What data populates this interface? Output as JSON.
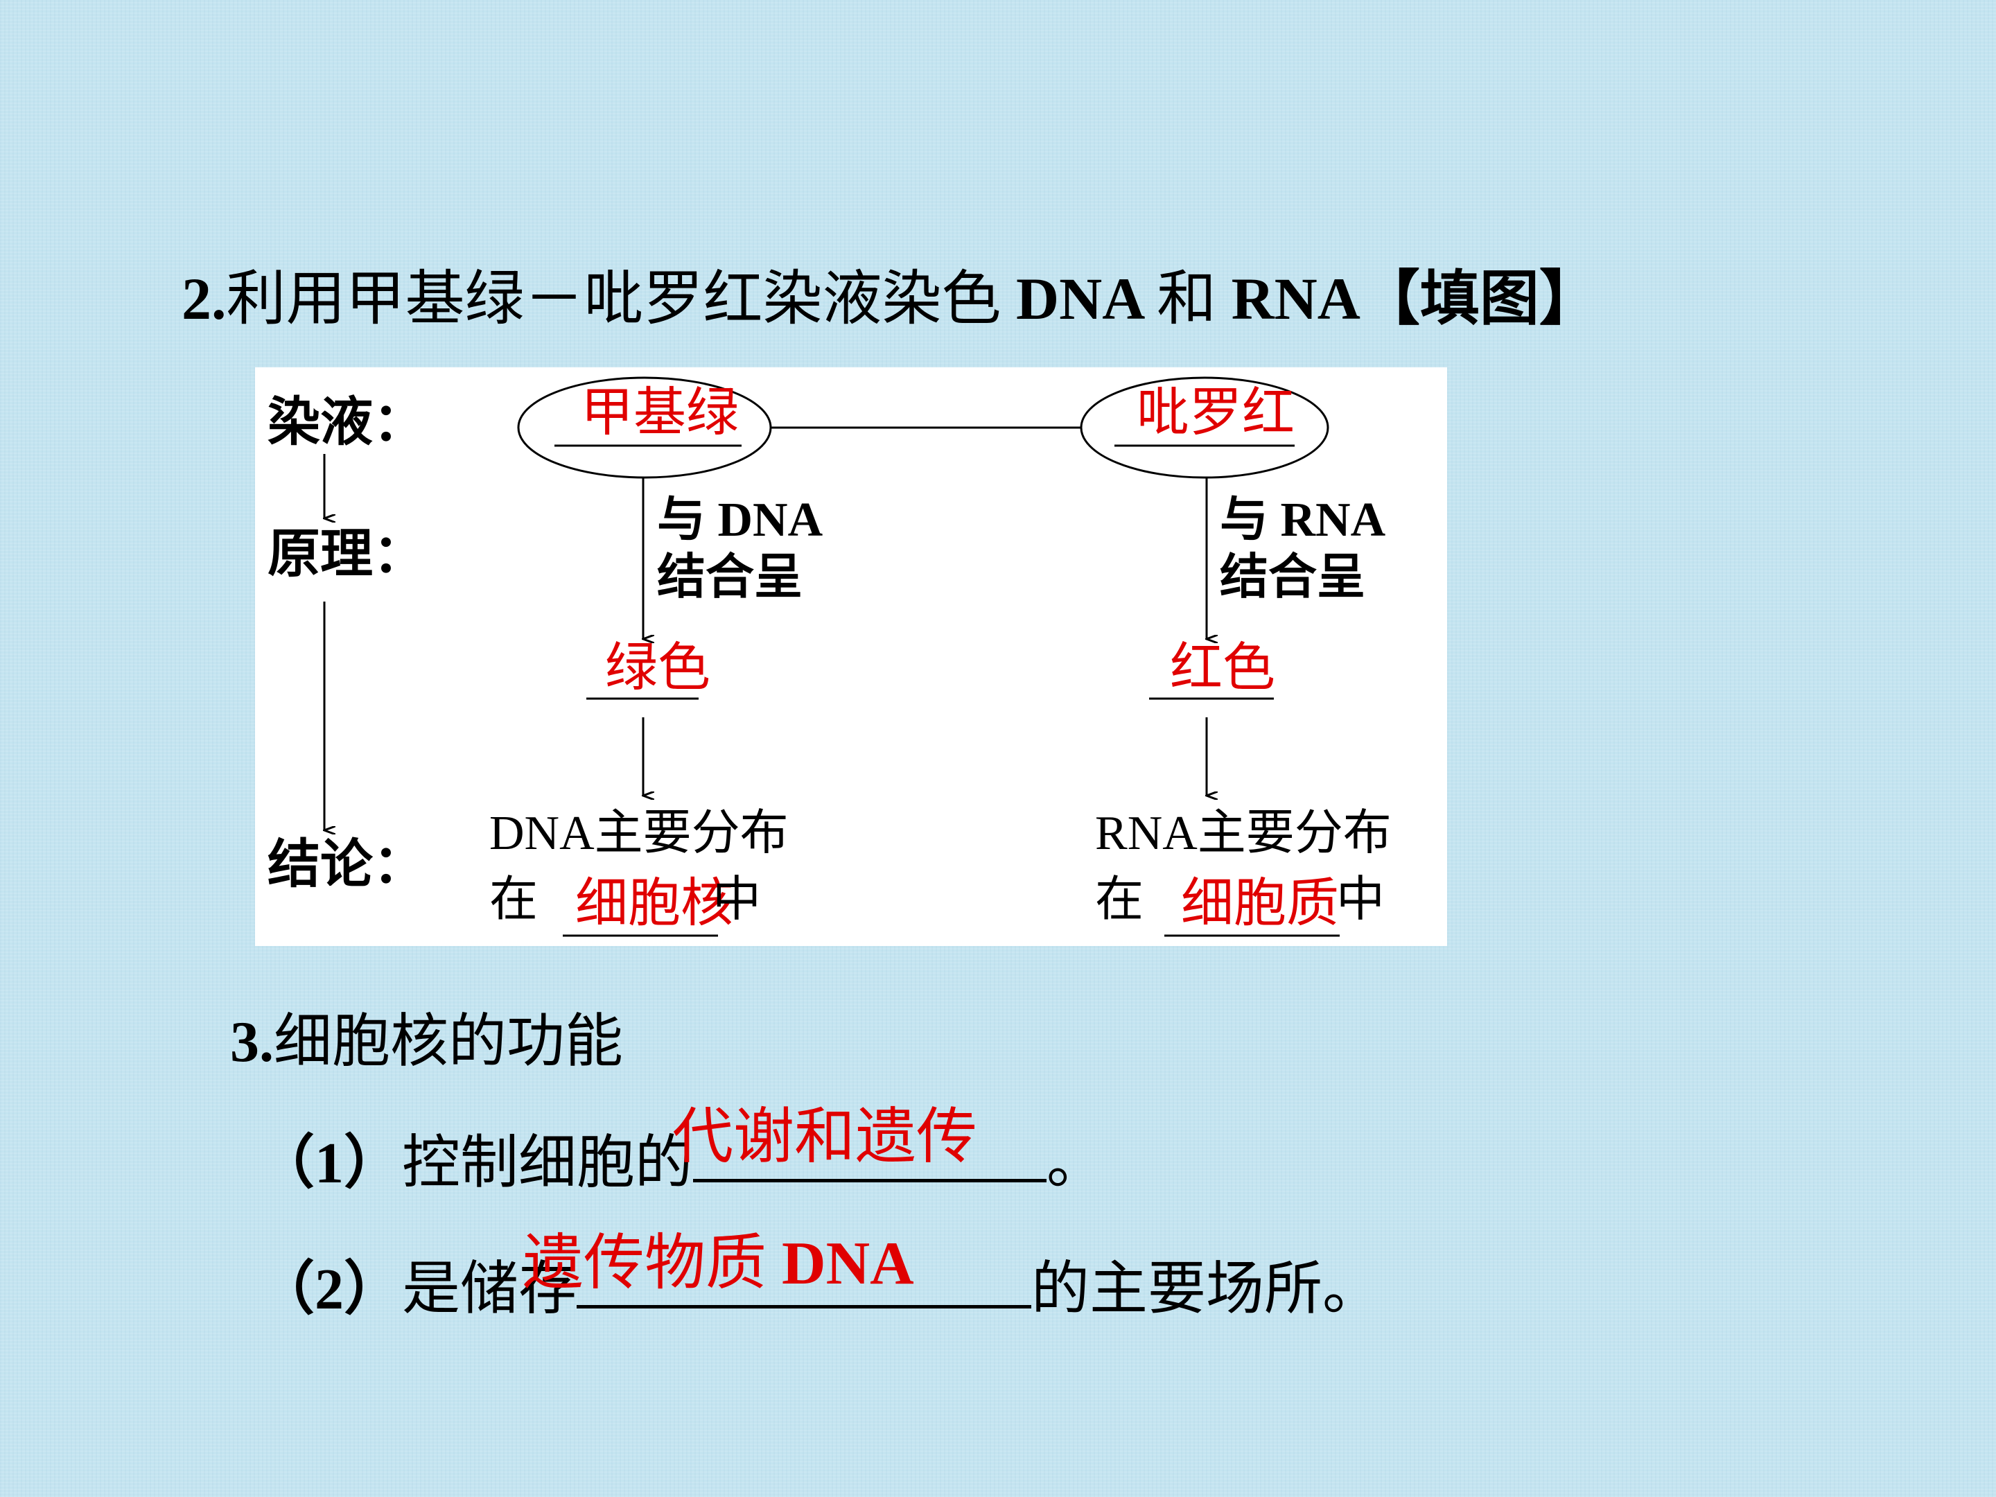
{
  "heading": {
    "number": "2.",
    "text_cn_1": "利用甲基绿－吡罗红染液染色",
    "dna": "DNA",
    "and": "和",
    "rna": "RNA",
    "suffix": "【填图】"
  },
  "diagram": {
    "labels": {
      "stain": "染液：",
      "principle": "原理：",
      "conclusion": "结论："
    },
    "left": {
      "stain_answer": "甲基绿",
      "principle_line1": "与 DNA",
      "principle_line2": "结合呈",
      "color_answer": "绿色",
      "conclusion_line1": "DNA主要分布",
      "conclusion_prefix": "在",
      "location_answer": "细胞核",
      "conclusion_suffix": "中"
    },
    "right": {
      "stain_answer": "吡罗红",
      "principle_line1": "与 RNA",
      "principle_line2": "结合呈",
      "color_answer": "红色",
      "conclusion_line1": "RNA主要分布",
      "conclusion_prefix": "在",
      "location_answer": "细胞质",
      "conclusion_suffix": "中"
    }
  },
  "section3": {
    "number": "3.",
    "title": "细胞核的功能",
    "item1": {
      "index": "（1）",
      "prefix": "控制细胞的",
      "answer": "代谢和遗传",
      "suffix": "。"
    },
    "item2": {
      "index": "（2）",
      "prefix": "是储存",
      "answer_cn": "遗传物质",
      "answer_dna": "DNA",
      "suffix": "的主要场所。"
    }
  },
  "colors": {
    "answer": "#e00000",
    "background": "#c4e4f0",
    "text": "#000000"
  }
}
